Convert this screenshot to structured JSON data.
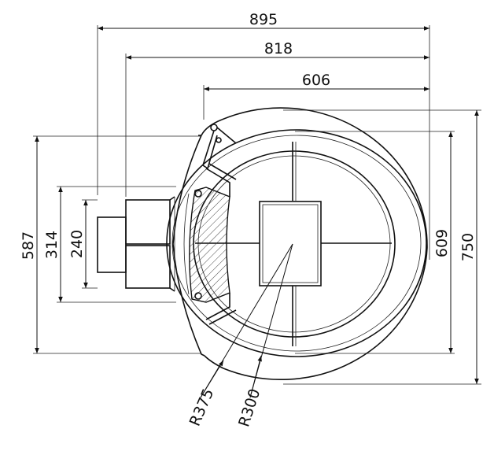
{
  "drawing": {
    "dimensions": {
      "overall_width": "895",
      "body_width": "818",
      "inner_width": "606",
      "inner_height": "609",
      "overall_height": "750",
      "left_height": "587",
      "box_height": "314",
      "box_inner_height": "240",
      "radius_outer": "R375",
      "radius_inner": "R300"
    },
    "colors": {
      "line": "#111111",
      "hatch": "#333333",
      "background": "#ffffff"
    }
  }
}
